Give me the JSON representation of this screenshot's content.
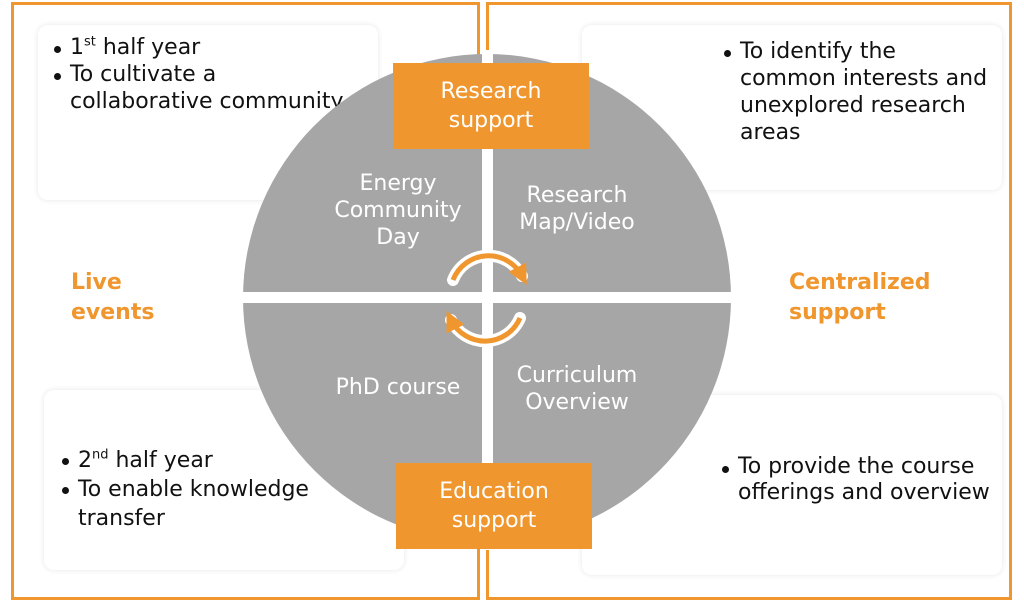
{
  "left_panel": {
    "label": "Live\nevents",
    "top_bullets": [
      {
        "main": "1",
        "sup": "st",
        "rest": " half year"
      },
      {
        "main": "To cultivate a collaborative community",
        "sup": "",
        "rest": ""
      }
    ],
    "bottom_bullets": [
      {
        "main": "2",
        "sup": "nd",
        "rest": " half year"
      },
      {
        "main": "To enable knowledge transfer",
        "sup": "",
        "rest": ""
      }
    ]
  },
  "right_panel": {
    "label": "Centralized\nsupport",
    "top_bullets": [
      "To identify the common interests and unexplored research areas"
    ],
    "bottom_bullets": [
      "To provide the course offerings and overview"
    ]
  },
  "circle": {
    "quadrants": {
      "top_left": "Energy\nCommunity\nDay",
      "top_right": "Research\nMap/Video",
      "bottom_left": "PhD course",
      "bottom_right": "Curriculum\nOverview"
    }
  },
  "boxes": {
    "top": "Research\nsupport",
    "bottom": "Education\nsupport"
  },
  "colors": {
    "accent": "#F0962E",
    "circle_fill": "#A6A6A6",
    "text": "#111111"
  },
  "icons": [
    "cycle-arrows-icon"
  ]
}
